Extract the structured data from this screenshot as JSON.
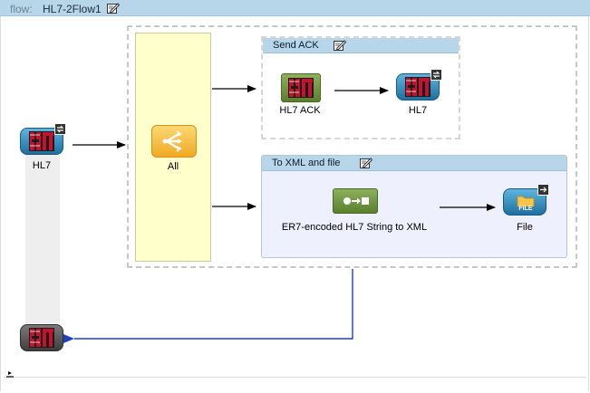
{
  "flow": {
    "label": "flow:",
    "name": "HL7-2Flow1"
  },
  "source": {
    "label": "HL7",
    "icon": "hl7-endpoint-icon"
  },
  "router": {
    "label": "All",
    "icon": "scatter-gather-icon"
  },
  "scopes": [
    {
      "title": "Send ACK",
      "steps": [
        {
          "label": "HL7 ACK",
          "icon": "hl7-transformer-icon"
        },
        {
          "label": "HL7",
          "icon": "hl7-endpoint-icon"
        }
      ]
    },
    {
      "title": "To XML and file",
      "steps": [
        {
          "label": "ER7-encoded HL7 String to XML",
          "icon": "transformer-icon"
        },
        {
          "label": "File",
          "icon": "file-endpoint-icon"
        }
      ]
    }
  ],
  "file_icon_text": "FILE",
  "colors": {
    "header": "#b7d6ea",
    "router_lane": "#ffffcc",
    "return_arrow": "#1f3fbf",
    "scope_solid_bg": "#eff0fd"
  }
}
